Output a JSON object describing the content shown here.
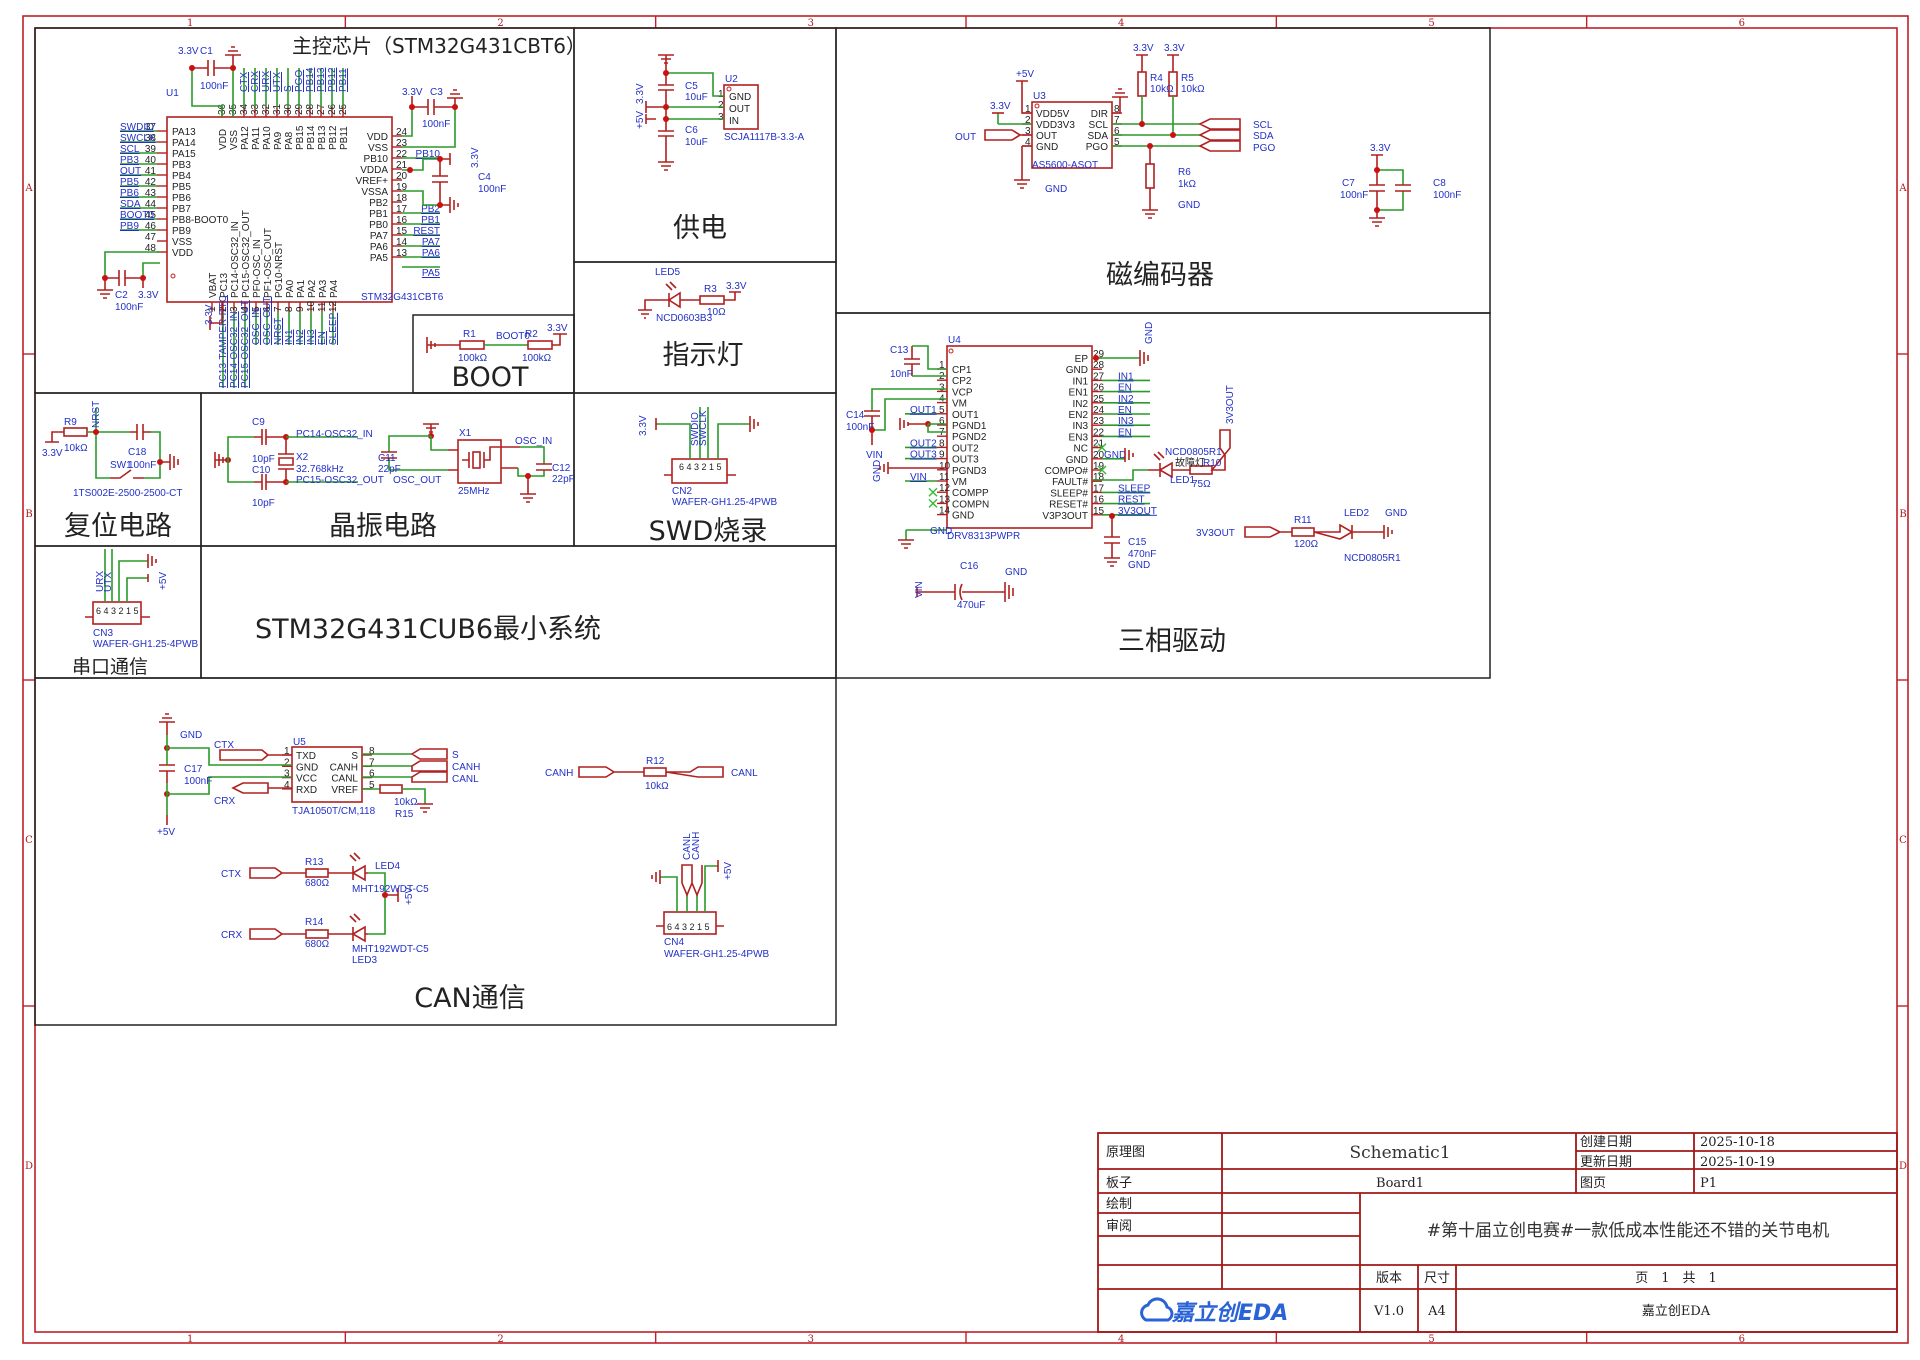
{
  "grid": {
    "columns": [
      "1",
      "2",
      "3",
      "4",
      "5",
      "6"
    ],
    "rows": [
      "A",
      "B",
      "C",
      "D"
    ]
  },
  "sections": {
    "main": "主控芯片（STM32G431CBT6）",
    "power": "供电",
    "indicator": "指示灯",
    "boot": "BOOT",
    "encoder": "磁编码器",
    "driver": "三相驱动",
    "reset": "复位电路",
    "crystal": "晶振电路",
    "swd": "SWD烧录",
    "uart": "串口通信",
    "minsys": "STM32G431CUB6最小系统",
    "can": "CAN通信"
  },
  "u1": {
    "ref": "U1",
    "part": "STM32G431CBT6",
    "c1": {
      "ref": "C1",
      "value": "100nF",
      "net": "3.3V"
    },
    "c2": {
      "ref": "C2",
      "value": "100nF",
      "net": "3.3V"
    },
    "c3": {
      "ref": "C3",
      "value": "100nF",
      "net": "3.3V"
    },
    "c4": {
      "ref": "C4",
      "value": "100nF",
      "net": "3.3V"
    },
    "vbat_net": "3.3V",
    "left_pins": [
      {
        "num": "37",
        "name": "PA13",
        "net": "SWDIO"
      },
      {
        "num": "38",
        "name": "PA14",
        "net": "SWCLK"
      },
      {
        "num": "39",
        "name": "PA15",
        "net": "SCL"
      },
      {
        "num": "40",
        "name": "PB3",
        "net": "PB3"
      },
      {
        "num": "41",
        "name": "PB4",
        "net": "OUT"
      },
      {
        "num": "42",
        "name": "PB5",
        "net": "PB5"
      },
      {
        "num": "43",
        "name": "PB6",
        "net": "PB6"
      },
      {
        "num": "44",
        "name": "PB7",
        "net": "SDA"
      },
      {
        "num": "45",
        "name": "PB8-BOOT0",
        "net": "BOOT0"
      },
      {
        "num": "46",
        "name": "PB9",
        "net": "PB9"
      },
      {
        "num": "47",
        "name": "VSS",
        "net": ""
      },
      {
        "num": "48",
        "name": "VDD",
        "net": ""
      }
    ],
    "top_pins": [
      {
        "num": "36",
        "name": "VDD",
        "net": ""
      },
      {
        "num": "35",
        "name": "VSS",
        "net": ""
      },
      {
        "num": "34",
        "name": "PA12",
        "net": "CTX"
      },
      {
        "num": "33",
        "name": "PA11",
        "net": "CRX"
      },
      {
        "num": "32",
        "name": "PA10",
        "net": "URX"
      },
      {
        "num": "31",
        "name": "PA9",
        "net": "UTX"
      },
      {
        "num": "30",
        "name": "PA8",
        "net": "S"
      },
      {
        "num": "29",
        "name": "PB15",
        "net": "PGO"
      },
      {
        "num": "28",
        "name": "PB14",
        "net": "PB14"
      },
      {
        "num": "27",
        "name": "PB13",
        "net": "PB13"
      },
      {
        "num": "26",
        "name": "PB12",
        "net": "PB12"
      },
      {
        "num": "25",
        "name": "PB11",
        "net": "PB11"
      }
    ],
    "right_pins": [
      {
        "num": "24",
        "name": "VDD",
        "net": ""
      },
      {
        "num": "23",
        "name": "VSS",
        "net": ""
      },
      {
        "num": "22",
        "name": "PB10",
        "net": "PB10"
      },
      {
        "num": "21",
        "name": "VDDA",
        "net": ""
      },
      {
        "num": "20",
        "name": "VREF+",
        "net": ""
      },
      {
        "num": "19",
        "name": "VSSA",
        "net": ""
      },
      {
        "num": "18",
        "name": "PB2",
        "net": ""
      },
      {
        "num": "17",
        "name": "PB1",
        "net": "PB2"
      },
      {
        "num": "16",
        "name": "PB0",
        "net": "PB1"
      },
      {
        "num": "15",
        "name": "PA7",
        "net": "REST"
      },
      {
        "num": "14",
        "name": "PA6",
        "net": "PA7"
      },
      {
        "num": "13",
        "name": "PA5",
        "net": "PA6"
      }
    ],
    "right_extra_net": "PA5",
    "bottom_pins": [
      {
        "num": "1",
        "name": "VBAT",
        "net": ""
      },
      {
        "num": "2",
        "name": "PC13",
        "net": "PC13-TAMPER-RTC"
      },
      {
        "num": "3",
        "name": "PC14-OSC32_IN",
        "net": "PC14-OSC32_IN"
      },
      {
        "num": "4",
        "name": "PC15-OSC32_OUT",
        "net": "PC15-OSC32_OUT"
      },
      {
        "num": "5",
        "name": "PF0-OSC_IN",
        "net": "OSC_IN"
      },
      {
        "num": "6",
        "name": "PF1-OSC_OUT",
        "net": "OSC_OUT"
      },
      {
        "num": "7",
        "name": "PG10-NRST",
        "net": "NRST"
      },
      {
        "num": "8",
        "name": "PA0",
        "net": "IN1"
      },
      {
        "num": "9",
        "name": "PA1",
        "net": "IN2"
      },
      {
        "num": "10",
        "name": "PA2",
        "net": "IN3"
      },
      {
        "num": "11",
        "name": "PA3",
        "net": "EN"
      },
      {
        "num": "12",
        "name": "PA4",
        "net": "SLEEP"
      }
    ]
  },
  "boot": {
    "r1": {
      "ref": "R1",
      "value": "100kΩ"
    },
    "r2": {
      "ref": "R2",
      "value": "100kΩ"
    },
    "net": "BOOT0",
    "vcc": "3.3V"
  },
  "power": {
    "u2": {
      "ref": "U2",
      "part": "SCJA1117B-3.3-A",
      "pins": [
        {
          "num": "1",
          "name": "GND"
        },
        {
          "num": "2",
          "name": "OUT"
        },
        {
          "num": "3",
          "name": "IN"
        }
      ]
    },
    "c5": {
      "ref": "C5",
      "value": "10uF"
    },
    "c6": {
      "ref": "C6",
      "value": "10uF"
    },
    "net_out": "3.3V",
    "net_in": "+5V"
  },
  "indicator": {
    "led": {
      "ref": "LED5",
      "part": "NCD0603B3"
    },
    "r3": {
      "ref": "R3",
      "value": "10Ω"
    },
    "vcc": "3.3V"
  },
  "encoder": {
    "u3": {
      "ref": "U3",
      "part": "AS5600-ASOT",
      "left_pins": [
        {
          "num": "1",
          "name": "VDD5V"
        },
        {
          "num": "2",
          "name": "VDD3V3"
        },
        {
          "num": "3",
          "name": "OUT"
        },
        {
          "num": "4",
          "name": "GND"
        }
      ],
      "right_pins": [
        {
          "num": "8",
          "name": "DIR"
        },
        {
          "num": "7",
          "name": "SCL"
        },
        {
          "num": "6",
          "name": "SDA"
        },
        {
          "num": "5",
          "name": "PGO"
        }
      ]
    },
    "r4": {
      "ref": "R4",
      "value": "10kΩ"
    },
    "r5": {
      "ref": "R5",
      "value": "10kΩ"
    },
    "r6": {
      "ref": "R6",
      "value": "1kΩ"
    },
    "c7": {
      "ref": "C7",
      "value": "100nF"
    },
    "c8": {
      "ref": "C8",
      "value": "100nF"
    },
    "nets": {
      "v5": "+5V",
      "v33": "3.3V",
      "gnd": "GND",
      "out": "OUT",
      "scl": "SCL",
      "sda": "SDA",
      "pgo": "PGO"
    }
  },
  "driver": {
    "u4": {
      "ref": "U4",
      "part": "DRV8313PWPR",
      "left_pins": [
        {
          "num": "1",
          "name": "CP1",
          "net": ""
        },
        {
          "num": "2",
          "name": "CP2",
          "net": ""
        },
        {
          "num": "3",
          "name": "VCP",
          "net": ""
        },
        {
          "num": "4",
          "name": "VM",
          "net": ""
        },
        {
          "num": "5",
          "name": "OUT1",
          "net": "OUT1"
        },
        {
          "num": "6",
          "name": "PGND1",
          "net": ""
        },
        {
          "num": "7",
          "name": "PGND2",
          "net": ""
        },
        {
          "num": "8",
          "name": "OUT2",
          "net": "OUT2"
        },
        {
          "num": "9",
          "name": "OUT3",
          "net": "OUT3"
        },
        {
          "num": "10",
          "name": "PGND3",
          "net": ""
        },
        {
          "num": "11",
          "name": "VM",
          "net": "VIN"
        },
        {
          "num": "12",
          "name": "COMPP",
          "net": ""
        },
        {
          "num": "13",
          "name": "COMPN",
          "net": ""
        },
        {
          "num": "14",
          "name": "GND",
          "net": ""
        }
      ],
      "right_pins": [
        {
          "num": "29",
          "name": "EP",
          "net": ""
        },
        {
          "num": "28",
          "name": "GND",
          "net": ""
        },
        {
          "num": "27",
          "name": "IN1",
          "net": "IN1"
        },
        {
          "num": "26",
          "name": "EN1",
          "net": "EN"
        },
        {
          "num": "25",
          "name": "IN2",
          "net": "IN2"
        },
        {
          "num": "24",
          "name": "EN2",
          "net": "EN"
        },
        {
          "num": "23",
          "name": "IN3",
          "net": "IN3"
        },
        {
          "num": "22",
          "name": "EN3",
          "net": "EN"
        },
        {
          "num": "21",
          "name": "NC",
          "net": ""
        },
        {
          "num": "20",
          "name": "GND",
          "net": "GND"
        },
        {
          "num": "19",
          "name": "COMPO#",
          "net": ""
        },
        {
          "num": "18",
          "name": "FAULT#",
          "net": ""
        },
        {
          "num": "17",
          "name": "SLEEP#",
          "net": "SLEEP"
        },
        {
          "num": "16",
          "name": "RESET#",
          "net": "REST"
        },
        {
          "num": "15",
          "name": "V3P3OUT",
          "net": "3V3OUT"
        }
      ]
    },
    "c13": {
      "ref": "C13",
      "value": "10nF"
    },
    "c14": {
      "ref": "C14",
      "value": "100nF"
    },
    "c15": {
      "ref": "C15",
      "value": "470nF"
    },
    "c16": {
      "ref": "C16",
      "value": "470uF"
    },
    "led1": {
      "ref": "LED1",
      "part": "NCD0805R1",
      "label": "故障灯"
    },
    "r10": {
      "ref": "R10",
      "value": "75Ω"
    },
    "r11": {
      "ref": "R11",
      "value": "120Ω"
    },
    "led2": {
      "ref": "LED2",
      "part": "NCD0805R1"
    },
    "nets": {
      "gnd": "GND",
      "vin": "VIN",
      "v3": "3V3OUT"
    }
  },
  "reset": {
    "r9": {
      "ref": "R9",
      "value": "10kΩ"
    },
    "c18": {
      "ref": "C18",
      "value": "100nF"
    },
    "sw": {
      "ref": "SW1",
      "part": "1TS002E-2500-2500-CT"
    },
    "net": "NRST",
    "vcc": "3.3V"
  },
  "crystal": {
    "c9": {
      "ref": "C9",
      "value": "10pF"
    },
    "c10": {
      "ref": "C10",
      "value": "10pF"
    },
    "x2": {
      "ref": "X2",
      "value": "32.768kHz"
    },
    "c11": {
      "ref": "C11",
      "value": "22pF"
    },
    "c12": {
      "ref": "C12",
      "value": "22pF"
    },
    "x1": {
      "ref": "X1",
      "value": "25MHz"
    },
    "nets": {
      "in32": "PC14-OSC32_IN",
      "out32": "PC15-OSC32_OUT",
      "osc_in": "OSC_IN",
      "osc_out": "OSC_OUT"
    }
  },
  "swd": {
    "cn": {
      "ref": "CN2",
      "part": "WAFER-GH1.25-4PWB"
    },
    "nets": [
      "3.3V",
      "SWDIO",
      "SWCLK"
    ]
  },
  "uart": {
    "cn": {
      "ref": "CN3",
      "part": "WAFER-GH1.25-4PWB"
    },
    "nets": [
      "URX",
      "UTX",
      "+5V"
    ]
  },
  "can": {
    "u5": {
      "ref": "U5",
      "part": "TJA1050T/CM,118",
      "left_pins": [
        {
          "num": "1",
          "name": "TXD"
        },
        {
          "num": "2",
          "name": "GND"
        },
        {
          "num": "3",
          "name": "VCC"
        },
        {
          "num": "4",
          "name": "RXD"
        }
      ],
      "right_pins": [
        {
          "num": "8",
          "name": "S"
        },
        {
          "num": "7",
          "name": "CANH"
        },
        {
          "num": "6",
          "name": "CANL"
        },
        {
          "num": "5",
          "name": "VREF"
        }
      ]
    },
    "c17": {
      "ref": "C17",
      "value": "100nF"
    },
    "r15": {
      "ref": "R15",
      "value": "10kΩ"
    },
    "r12": {
      "ref": "R12",
      "value": "10kΩ"
    },
    "r13": {
      "ref": "R13",
      "value": "680Ω"
    },
    "r14": {
      "ref": "R14",
      "value": "680Ω"
    },
    "led4": {
      "ref": "LED4",
      "part": "MHT192WDT-C5"
    },
    "led3": {
      "ref": "LED3",
      "part": "MHT192WDT-C5"
    },
    "cn4": {
      "ref": "CN4",
      "part": "WAFER-GH1.25-4PWB"
    },
    "nets": {
      "gnd": "GND",
      "v5": "+5V",
      "ctx": "CTX",
      "crx": "CRX",
      "s": "S",
      "canh": "CANH",
      "canl": "CANL"
    }
  },
  "title_block": {
    "type_label": "原理图",
    "sheet_name": "Schematic1",
    "created_label": "创建日期",
    "created": "2025-10-18",
    "updated_label": "更新日期",
    "updated": "2025-10-19",
    "board_label": "板子",
    "board": "Board1",
    "page_label": "图页",
    "page": "P1",
    "drawn_label": "绘制",
    "review_label": "审阅",
    "project_title": "#第十届立创电赛#一款低成本性能还不错的关节电机",
    "version_label": "版本",
    "size_label": "尺寸",
    "page_count": "页　1　共　1",
    "version": "V1.0",
    "size": "A4",
    "company": "嘉立创EDA",
    "logo_text": "嘉立创EDA"
  }
}
